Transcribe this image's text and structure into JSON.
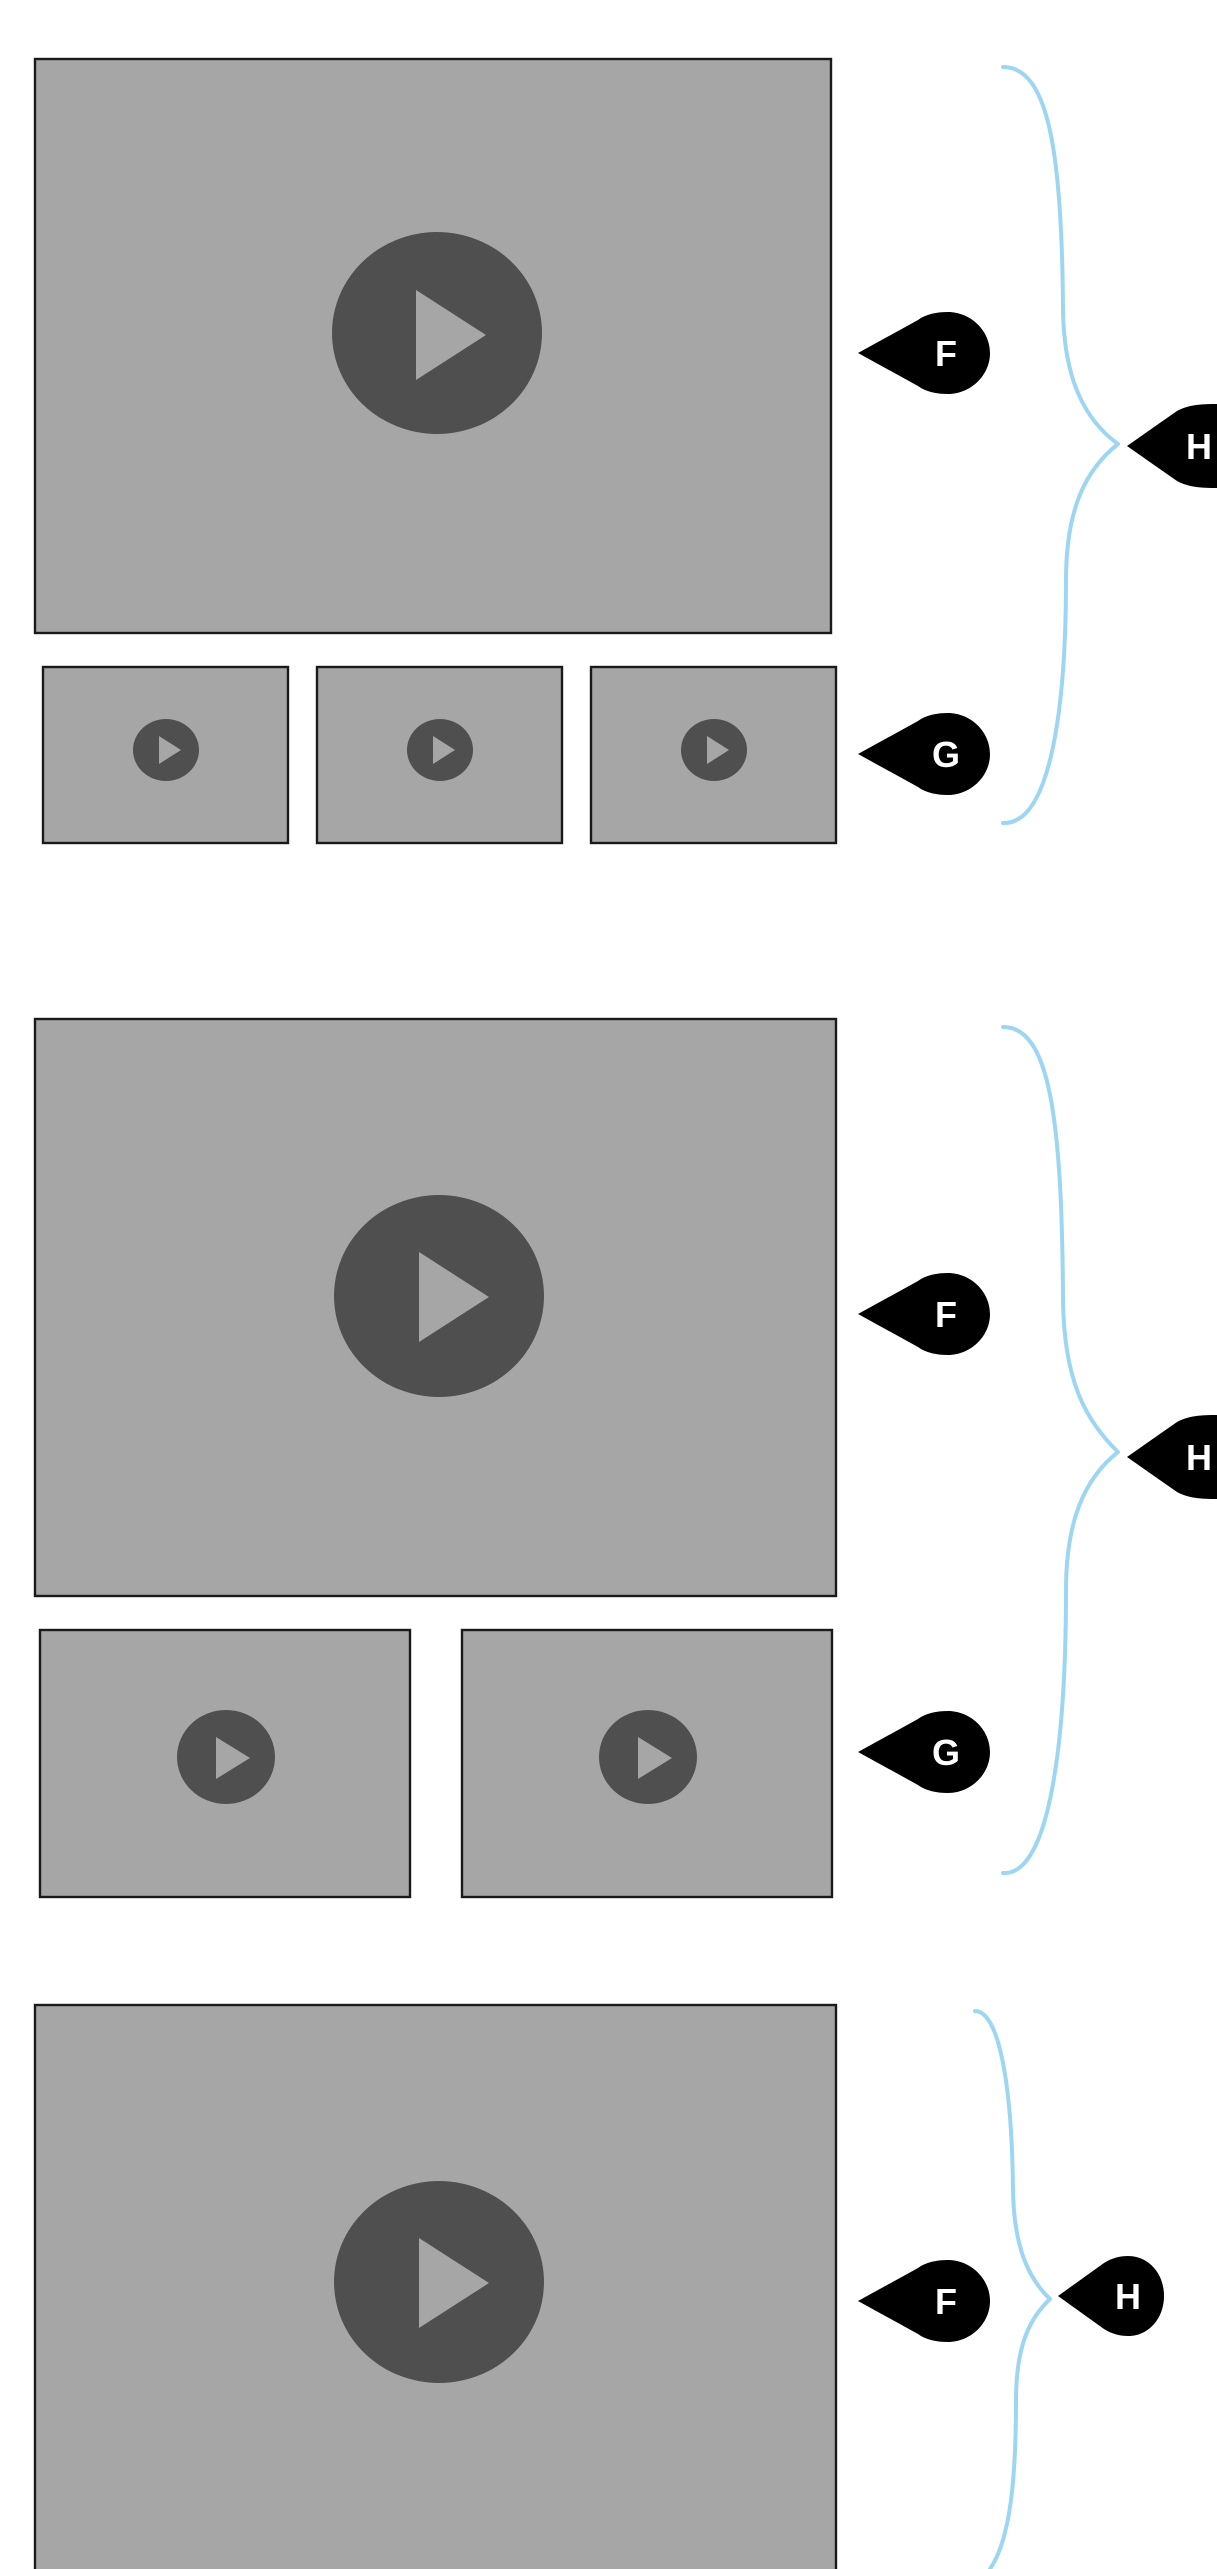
{
  "colors": {
    "background": "#ffffff",
    "video_fill": "#a6a6a6",
    "video_border": "#1a1a1a",
    "play_button": "#4f4f4f",
    "brace": "#9dd6f2",
    "marker": "#000000",
    "marker_text": "#ffffff"
  },
  "icons": [
    "play-icon"
  ],
  "labels": {
    "main_video": "F",
    "thumbnail_row": "G",
    "group": "H"
  },
  "sections": [
    {
      "name": "layout-three-thumbnails",
      "main_video_label": "F",
      "thumbnails_label": "G",
      "group_label": "H",
      "thumbnail_count": 3
    },
    {
      "name": "layout-two-thumbnails",
      "main_video_label": "F",
      "thumbnails_label": "G",
      "group_label": "H",
      "thumbnail_count": 2
    },
    {
      "name": "layout-single-video",
      "main_video_label": "F",
      "group_label": "H",
      "thumbnail_count": 0
    }
  ]
}
